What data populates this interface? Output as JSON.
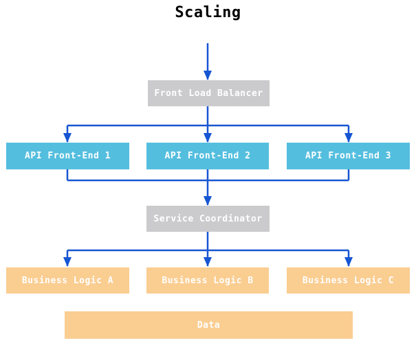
{
  "diagram": {
    "title": "Scaling",
    "nodes": {
      "front_load_balancer": {
        "label": "Front Load Balancer"
      },
      "api_front_end_1": {
        "label": "API Front-End 1"
      },
      "api_front_end_2": {
        "label": "API Front-End 2"
      },
      "api_front_end_3": {
        "label": "API Front-End 3"
      },
      "service_coordinator": {
        "label": "Service Coordinator"
      },
      "business_logic_a": {
        "label": "Business Logic A"
      },
      "business_logic_b": {
        "label": "Business Logic B"
      },
      "business_logic_c": {
        "label": "Business Logic C"
      },
      "data_store": {
        "label": "Data"
      }
    },
    "edges": [
      {
        "from": "title",
        "to": "front_load_balancer"
      },
      {
        "from": "front_load_balancer",
        "to": "api_front_end_1"
      },
      {
        "from": "front_load_balancer",
        "to": "api_front_end_2"
      },
      {
        "from": "front_load_balancer",
        "to": "api_front_end_3"
      },
      {
        "from": "api_front_end_1",
        "to": "service_coordinator"
      },
      {
        "from": "api_front_end_2",
        "to": "service_coordinator"
      },
      {
        "from": "api_front_end_3",
        "to": "service_coordinator"
      },
      {
        "from": "service_coordinator",
        "to": "business_logic_a"
      },
      {
        "from": "service_coordinator",
        "to": "business_logic_b"
      },
      {
        "from": "service_coordinator",
        "to": "business_logic_c"
      }
    ]
  },
  "colors": {
    "arrow": "#1655d2",
    "node_gray": "#cbcbce",
    "node_cyan": "#54bede",
    "node_orange": "#facd91",
    "node_text": "#ffffff",
    "title_text": "#000000",
    "background": "#ffffff"
  }
}
